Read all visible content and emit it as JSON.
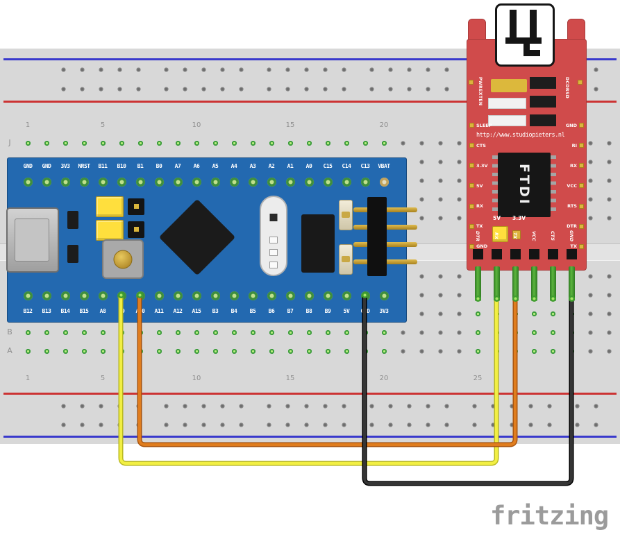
{
  "app": {
    "watermark": "fritzing"
  },
  "breadboard": {
    "column_numbers": [
      "1",
      "5",
      "10",
      "15",
      "20",
      "25"
    ],
    "row_letter_top": "J",
    "row_letter_b": "B",
    "row_letter_a": "A",
    "colors": {
      "rail_red_line": "#cc3333",
      "rail_blue_line": "#3939cc",
      "body": "#d8d8d8"
    }
  },
  "bluepill": {
    "board_color": "#2369b0",
    "top_pins": [
      "GND",
      "GND",
      "3V3",
      "NRST",
      "B11",
      "B10",
      "B1",
      "B0",
      "A7",
      "A6",
      "A5",
      "A4",
      "A3",
      "A2",
      "A1",
      "A0",
      "C15",
      "C14",
      "C13",
      "VBAT"
    ],
    "bottom_pins": [
      "B12",
      "B13",
      "B14",
      "B15",
      "A8",
      "A9",
      "A10",
      "A11",
      "A12",
      "A15",
      "B3",
      "B4",
      "B5",
      "B6",
      "B7",
      "B8",
      "B9",
      "5V",
      "GND",
      "3V3"
    ]
  },
  "ftdi": {
    "board_color": "#d04b4b",
    "url_text": "http://www.studiopieters.nl",
    "chip_label": "FTDI",
    "left_vertical_label": "PWREXTEN",
    "right_vertical_label": "DCDRSD",
    "left_labels": [
      "SLEEP",
      "CTS",
      "3.3V",
      "5V",
      "RX",
      "TX",
      "GND"
    ],
    "right_labels": [
      "GND",
      "RI",
      "RX",
      "VCC",
      "RTS",
      "DTR",
      "TX"
    ],
    "jumper_label_5v": "5V",
    "jumper_label_33v": "3.3V",
    "bottom_pin_labels": [
      "DTR",
      "RX",
      "TX",
      "VCC",
      "CTS",
      "GND"
    ]
  },
  "wires": [
    {
      "name": "yellow",
      "color": "#f2ef43",
      "connects": "Blue Pill A9 to FTDI RX"
    },
    {
      "name": "orange",
      "color": "#e07d1e",
      "connects": "Blue Pill A10 to FTDI TX"
    },
    {
      "name": "black",
      "color": "#353535",
      "connects": "Blue Pill GND to FTDI GND"
    }
  ]
}
